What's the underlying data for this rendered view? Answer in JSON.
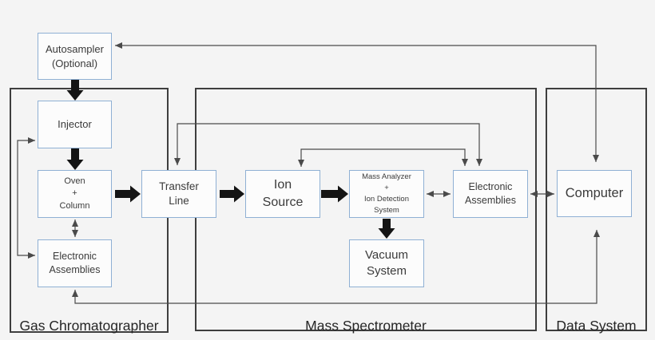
{
  "colors": {
    "background": "#f4f4f4",
    "node_border": "#8fb0d4",
    "node_fill": "#fcfcfc",
    "container_border": "#3e3e3e",
    "connector": "#4a4a4a",
    "thick_arrow": "#141414",
    "text": "#3b3b3b"
  },
  "containers": {
    "gas_chromatograph": {
      "label": "Gas Chromatographer"
    },
    "mass_spectrometer": {
      "label": "Mass Spectrometer"
    },
    "data_system": {
      "label": "Data System"
    }
  },
  "nodes": {
    "autosampler": {
      "lines": [
        "Autosampler",
        "(Optional)"
      ]
    },
    "injector": {
      "lines": [
        "Injector"
      ]
    },
    "oven_column": {
      "lines": [
        "Oven",
        "+",
        "Column"
      ]
    },
    "electronic_assemblies_gc": {
      "lines": [
        "Electronic",
        "Assemblies"
      ]
    },
    "transfer_line": {
      "lines": [
        "Transfer",
        "Line"
      ]
    },
    "ion_source": {
      "lines": [
        "Ion",
        "Source"
      ]
    },
    "mass_analyzer": {
      "lines": [
        "Mass Analyzer",
        "+",
        "Ion Detection",
        "System"
      ]
    },
    "electronic_assemblies_ms": {
      "lines": [
        "Electronic",
        "Assemblies"
      ]
    },
    "vacuum_system": {
      "lines": [
        "Vacuum",
        "System"
      ]
    },
    "computer": {
      "lines": [
        "Computer"
      ]
    }
  }
}
